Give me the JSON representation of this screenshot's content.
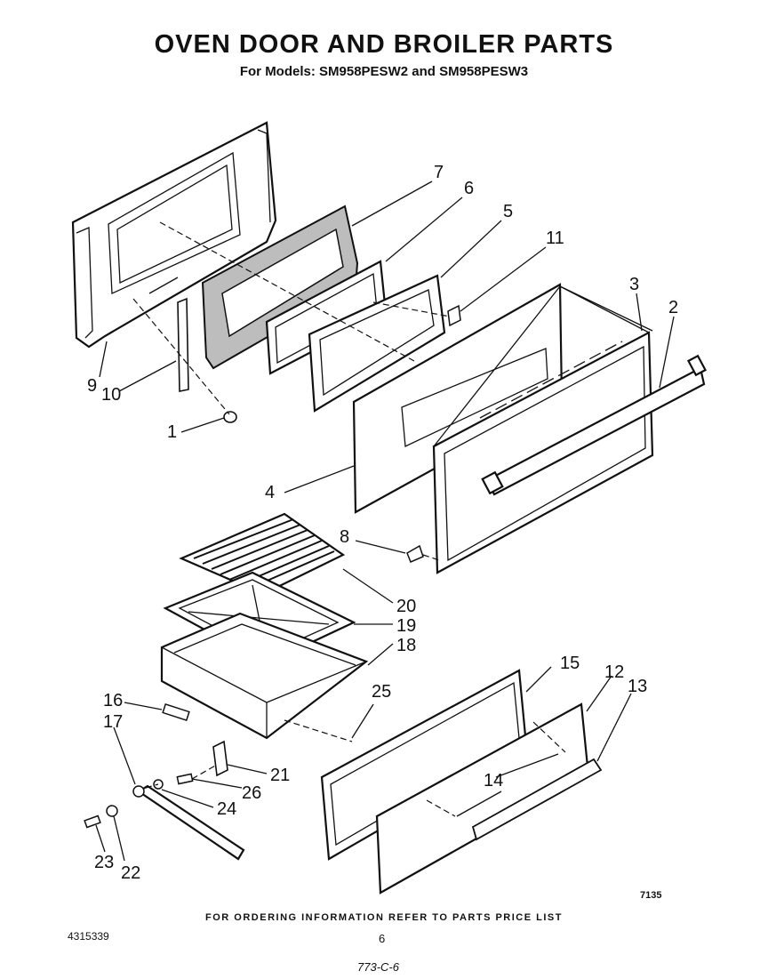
{
  "header": {
    "title": "OVEN DOOR AND BROILER PARTS",
    "subtitle": "For Models: SM958PESW2 and SM958PESW3"
  },
  "footer": {
    "ordering_note": "FOR ORDERING INFORMATION REFER TO PARTS PRICE LIST",
    "doc_number": "4315339",
    "page_number": "6",
    "drawing_number": "7135",
    "handwritten_note": "773-C-6"
  },
  "callouts": {
    "c1": "1",
    "c2": "2",
    "c3": "3",
    "c4": "4",
    "c5": "5",
    "c6": "6",
    "c7": "7",
    "c8": "8",
    "c9": "9",
    "c10": "10",
    "c11": "11",
    "c12": "12",
    "c13": "13",
    "c14": "14",
    "c15": "15",
    "c16": "16",
    "c17": "17",
    "c18": "18",
    "c19": "19",
    "c20": "20",
    "c21": "21",
    "c22": "22",
    "c23": "23",
    "c24": "24",
    "c25": "25",
    "c26": "26"
  }
}
